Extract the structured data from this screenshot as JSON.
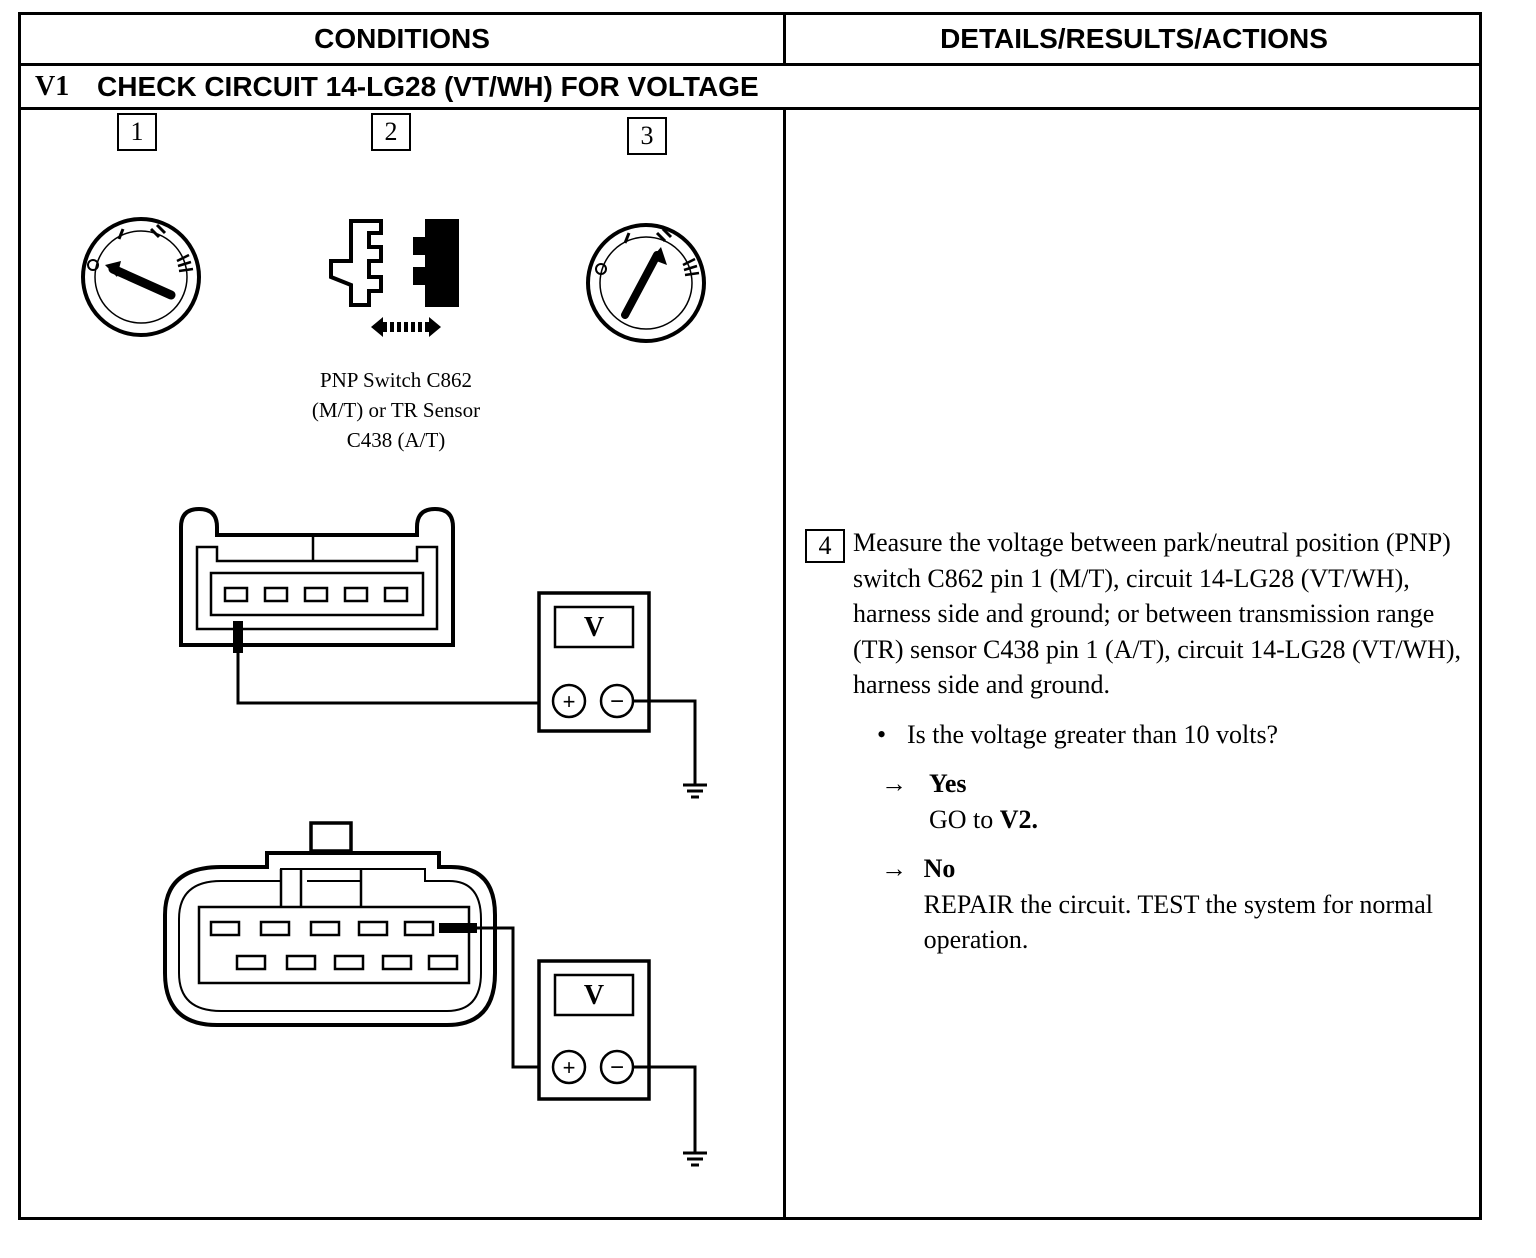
{
  "header": {
    "conditions": "CONDITIONS",
    "details": "DETAILS/RESULTS/ACTIONS"
  },
  "step": {
    "id": "V1",
    "title": "CHECK CIRCUIT 14-LG28 (VT/WH) FOR VOLTAGE"
  },
  "figure": {
    "step_numbers": [
      "1",
      "2",
      "3"
    ],
    "caption_lines": [
      "PNP Switch C862",
      "(M/T) or TR Sensor",
      "C438 (A/T)"
    ],
    "meter_label": "V",
    "plus": "+",
    "minus": "−",
    "ignition_marks": [
      "O",
      "I",
      "II",
      "III"
    ]
  },
  "action": {
    "step_number": "4",
    "instruction": "Measure the voltage between park/neutral position (PNP) switch C862 pin 1 (M/T), circuit 14-LG28 (VT/WH), harness side and ground; or between transmission range (TR) sensor C438 pin 1 (A/T), circuit 14-LG28 (VT/WH), harness side and ground.",
    "question": "Is the voltage greater than 10 volts?",
    "bullet": "•",
    "arrow": "→",
    "yes": {
      "label": "Yes",
      "text_prefix": "GO to ",
      "text_target": "V2."
    },
    "no": {
      "label": "No",
      "text": "REPAIR the circuit. TEST the system for normal operation."
    }
  }
}
